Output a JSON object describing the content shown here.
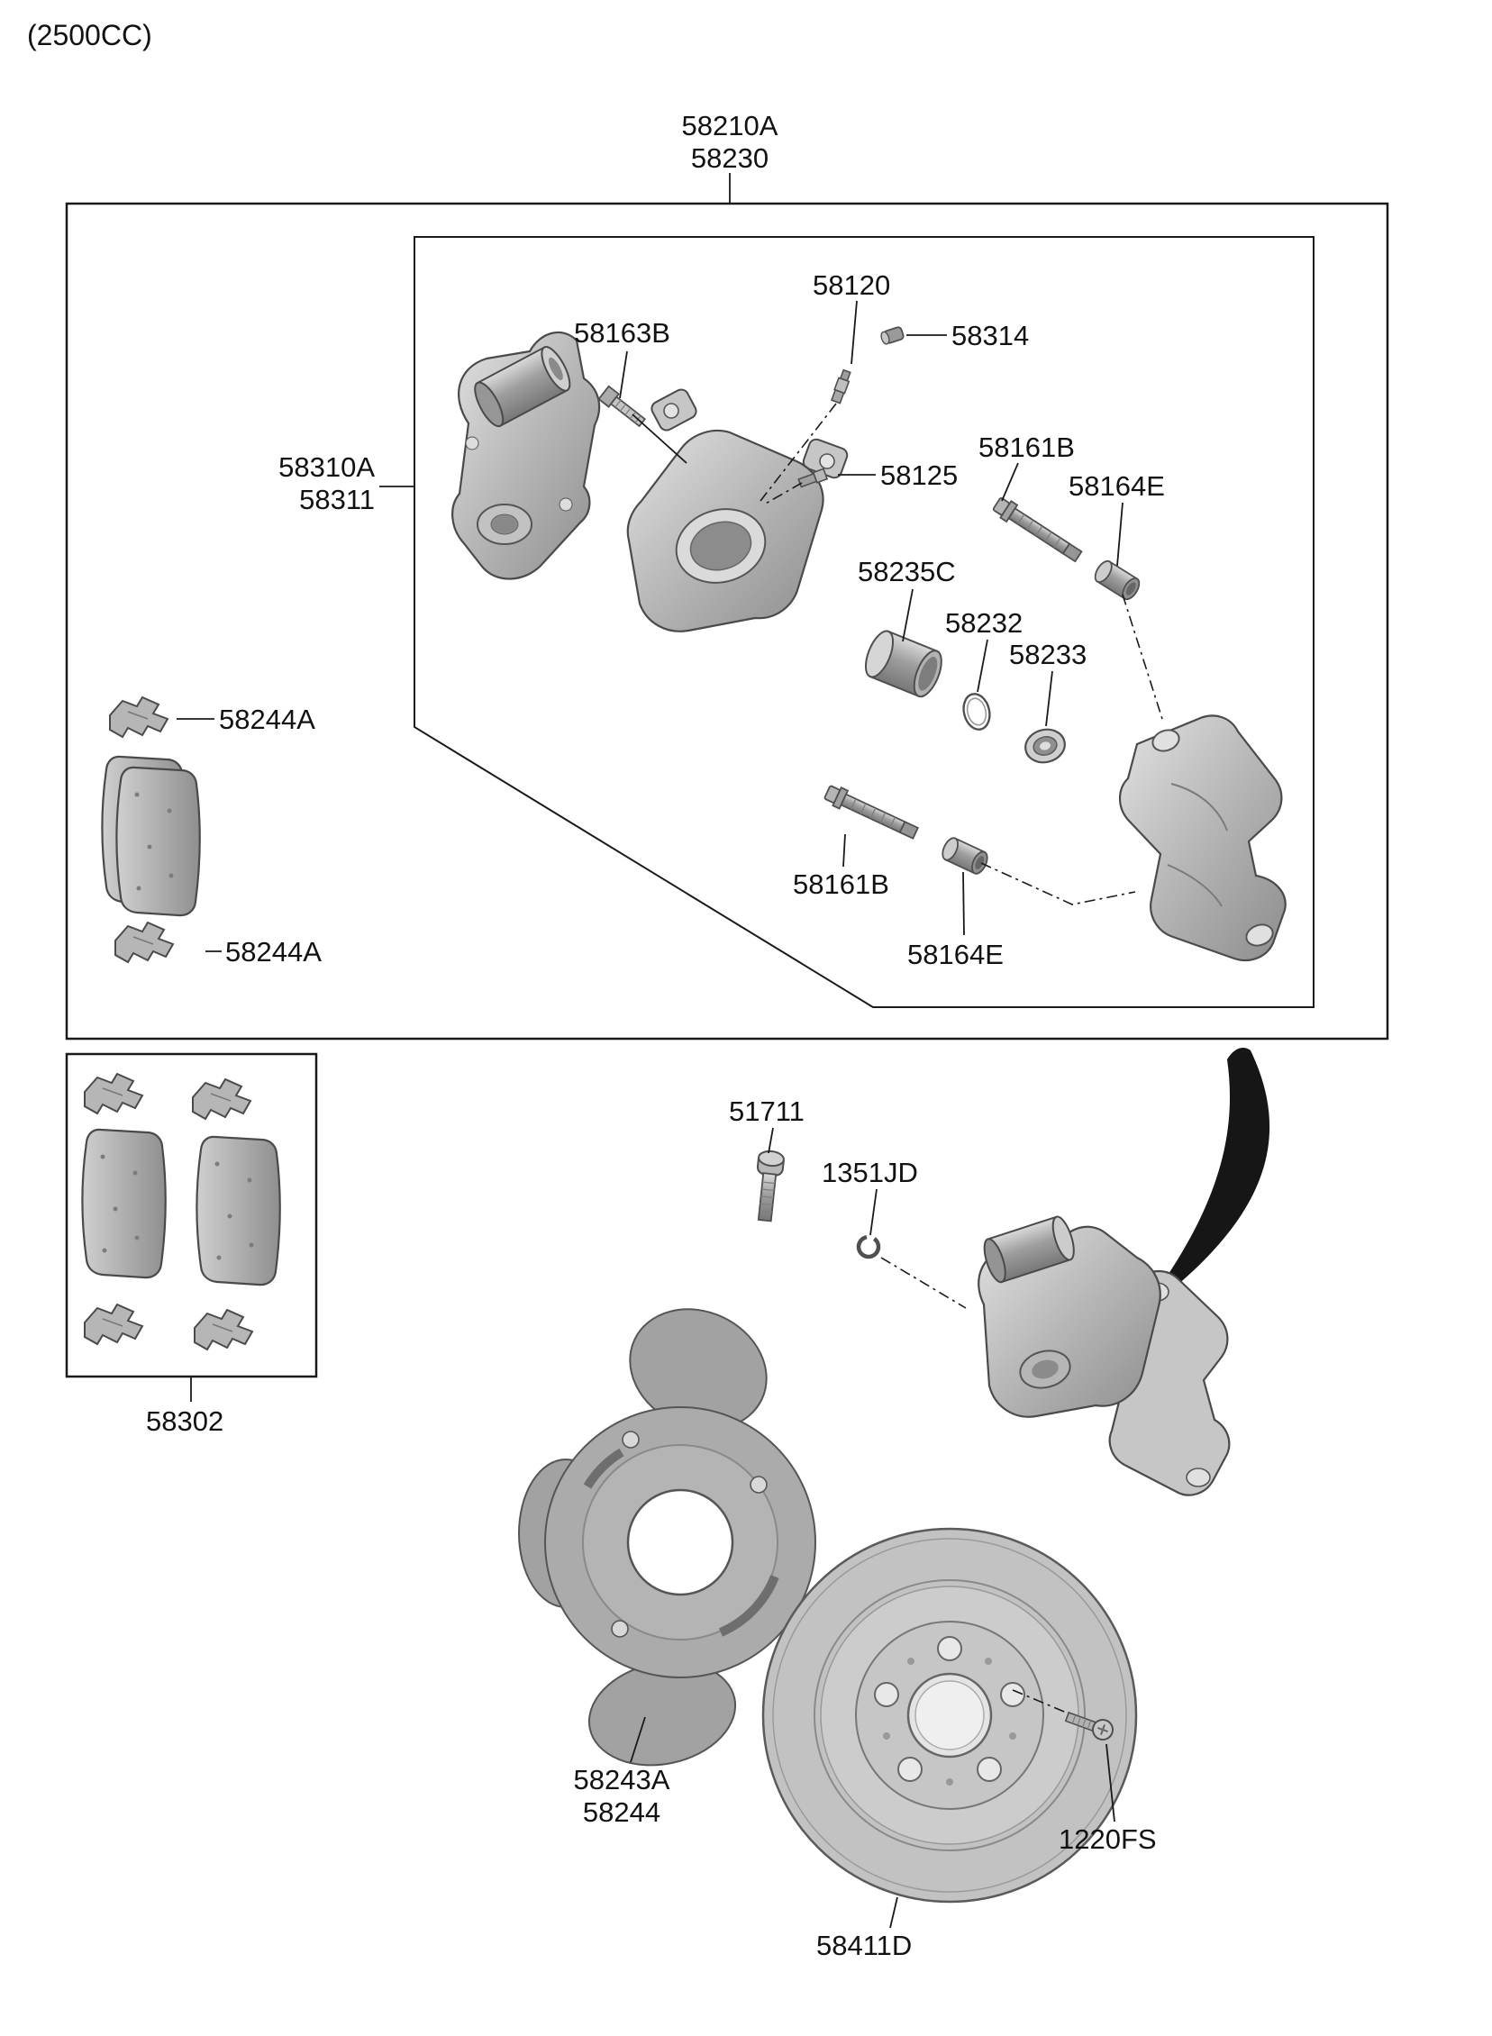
{
  "engine_variant": "(2500CC)",
  "colors": {
    "line": "#1a1a1a",
    "metal_light": "#dcdcdc",
    "metal_mid": "#b4b4b4",
    "metal_dark": "#8e8e8e",
    "swoosh": "#161616"
  },
  "callouts": {
    "c58210A": "58210A",
    "c58230": "58230",
    "c58310A": "58310A",
    "c58311": "58311",
    "c58163B": "58163B",
    "c58120": "58120",
    "c58314": "58314",
    "c58125": "58125",
    "c58161B_upper": "58161B",
    "c58164E_upper": "58164E",
    "c58235C": "58235C",
    "c58232": "58232",
    "c58233": "58233",
    "c58161B_lower": "58161B",
    "c58164E_lower": "58164E",
    "c58244A_upper": "58244A",
    "c58244A_lower": "58244A",
    "c58302": "58302",
    "c51711": "51711",
    "c1351JD": "1351JD",
    "c58243A": "58243A",
    "c58244": "58244",
    "c1220FS": "1220FS",
    "c58411D": "58411D"
  }
}
